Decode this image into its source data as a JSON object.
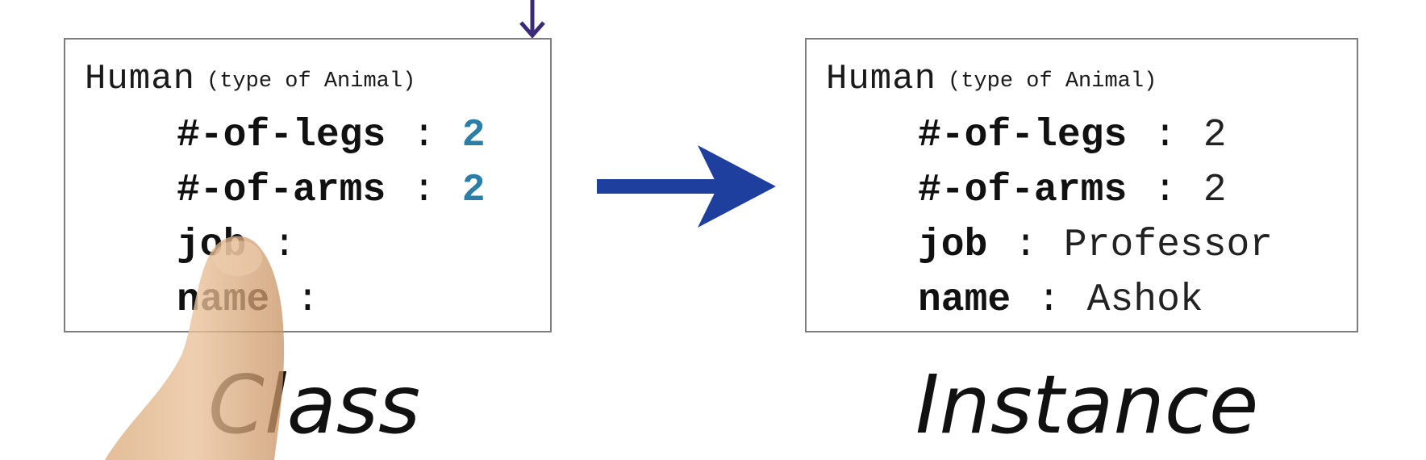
{
  "class_box": {
    "title": "Human",
    "subtitle": "(type of Animal)",
    "attributes": [
      {
        "key": "#-of-legs",
        "sep": ":",
        "value": "2"
      },
      {
        "key": "#-of-arms",
        "sep": ":",
        "value": "2"
      },
      {
        "key": "job",
        "sep": ":",
        "value": ""
      },
      {
        "key": "name",
        "sep": ":",
        "value": ""
      }
    ],
    "caption": "Class"
  },
  "instance_box": {
    "title": "Human",
    "subtitle": "(type of Animal)",
    "attributes": [
      {
        "key": "#-of-legs",
        "sep": ":",
        "value": "2"
      },
      {
        "key": "#-of-arms",
        "sep": ":",
        "value": "2"
      },
      {
        "key": "job",
        "sep": ":",
        "value": "Professor"
      },
      {
        "key": "name",
        "sep": ":",
        "value": "Ashok"
      }
    ],
    "caption": "Instance"
  },
  "colors": {
    "arrow_blue": "#1f3f9f",
    "top_arrow": "#3b2a78",
    "class_value": "#2a7ea8",
    "box_border": "#7d7d7d"
  },
  "icons": {
    "top_arrow": "down-arrow-icon",
    "mid_arrow": "right-arrow-icon",
    "finger": "pointing-finger"
  }
}
